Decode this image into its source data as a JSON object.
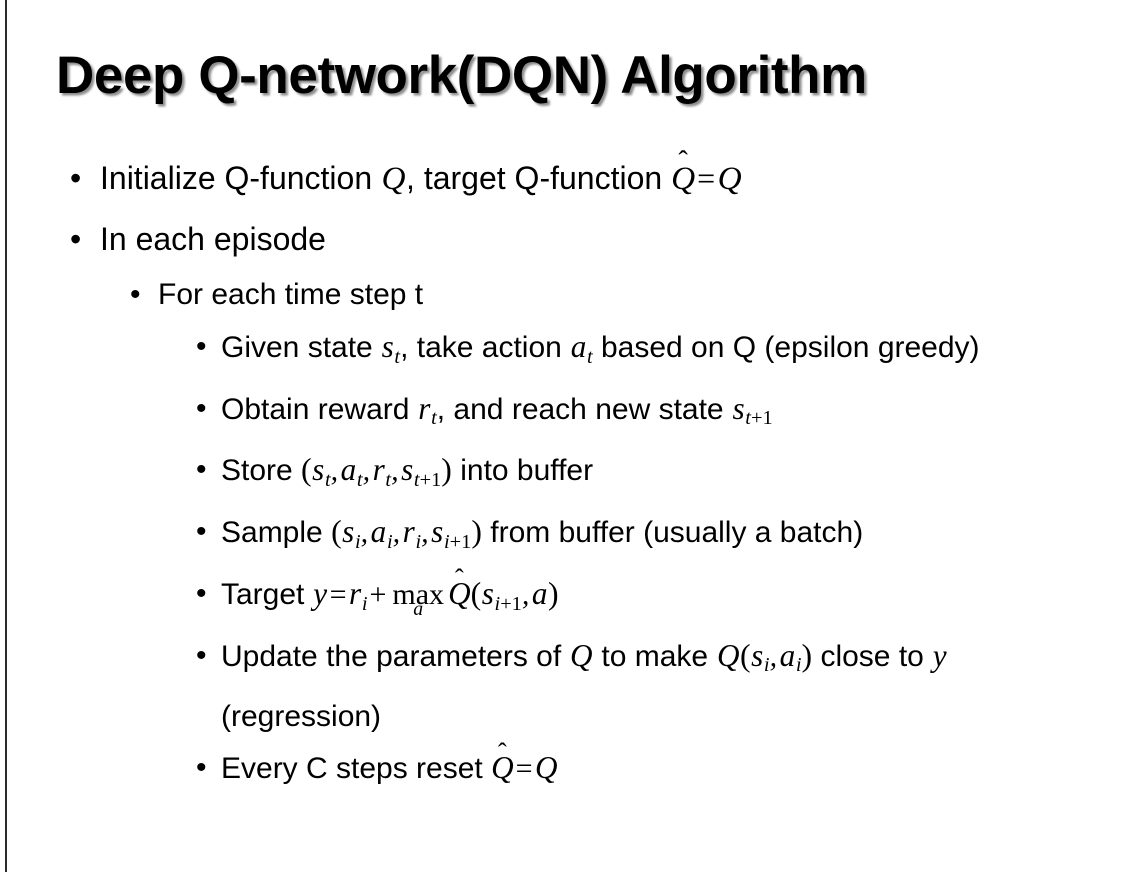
{
  "slide": {
    "title": "Deep Q-network(DQN) Algorithm",
    "background_color": "#ffffff",
    "text_color": "#000000",
    "left_rule_color": "#2b2b2b"
  },
  "bullets": {
    "initialize": {
      "pre": "Initialize Q-function ",
      "var_q": "Q",
      "mid": ", target Q-function ",
      "qhat_letter": "Q",
      "qhat_accent": "̂",
      "equals": "=",
      "var_q2": "Q"
    },
    "in_each_episode": "In each episode",
    "for_each_time_step": "For each time step t",
    "given_state": {
      "pre": "Given state ",
      "s": "s",
      "s_sub": "t",
      "mid": ", take action ",
      "a": "a",
      "a_sub": "t",
      "post": " based on Q (epsilon greedy)"
    },
    "obtain_reward": {
      "pre": "Obtain reward ",
      "r": "r",
      "r_sub": "t",
      "mid": ", and reach new state ",
      "s": "s",
      "s_sub_letter": "t",
      "s_sub_plus": "+1"
    },
    "store": {
      "pre": "Store ",
      "open": "(",
      "s1": "s",
      "s1_sub": "t",
      "a1": "a",
      "a1_sub": "t",
      "r1": "r",
      "r1_sub": "t",
      "s2": "s",
      "s2_sub_letter": "t",
      "s2_sub_plus": "+1",
      "close": ")",
      "post": " into buffer"
    },
    "sample": {
      "pre": "Sample ",
      "open": "(",
      "s1": "s",
      "s1_sub": "i",
      "a1": "a",
      "a1_sub": "i",
      "r1": "r",
      "r1_sub": "i",
      "s2": "s",
      "s2_sub_letter": "i",
      "s2_sub_plus": "+1",
      "close": ")",
      "post": " from buffer (usually a batch)"
    },
    "target": {
      "pre": "Target ",
      "y": "y",
      "equals": "=",
      "r": "r",
      "r_sub": "i",
      "plus": "+",
      "max": "max",
      "max_limit": "a",
      "qhat_letter": "Q",
      "qhat_accent": "̂",
      "open": "(",
      "s": "s",
      "s_sub_letter": "i",
      "s_sub_plus": "+1",
      "comma": ",",
      "a": "a",
      "close": ")"
    },
    "update": {
      "pre": "Update the parameters of ",
      "q1": "Q",
      "mid": " to make ",
      "q2": "Q",
      "open": "(",
      "s": "s",
      "s_sub": "i",
      "comma": ",",
      "a": "a",
      "a_sub": "i",
      "close": ")",
      "post": " close to ",
      "y": "y",
      "tail": " (regression)"
    },
    "every_c": {
      "pre": "Every C steps reset ",
      "qhat_letter": "Q",
      "qhat_accent": "̂",
      "equals": "=",
      "q": "Q"
    }
  }
}
